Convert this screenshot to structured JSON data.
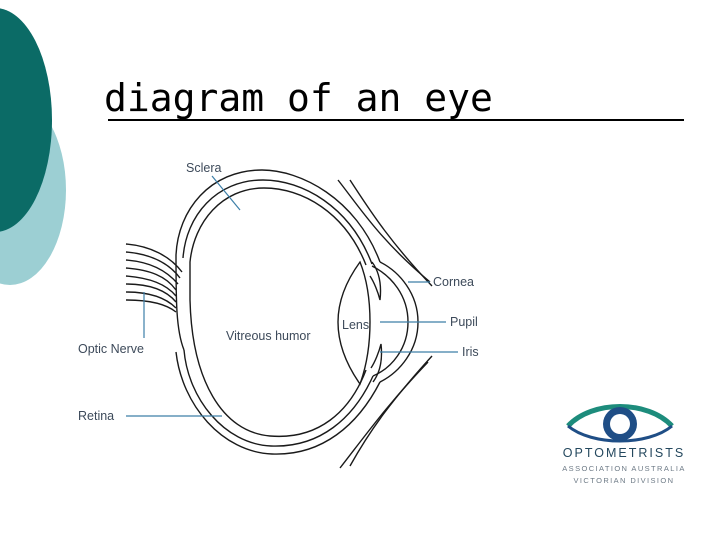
{
  "slide": {
    "title": "diagram of an eye"
  },
  "theme": {
    "accent_dark": "#0b6b66",
    "accent_light": "#9ccfd3"
  },
  "diagram": {
    "labels": {
      "sclera": "Sclera",
      "cornea": "Cornea",
      "lens": "Lens",
      "pupil": "Pupil",
      "iris": "Iris",
      "vitreous": "Vitreous humor",
      "optic_nerve": "Optic Nerve",
      "retina": "Retina"
    }
  },
  "logo": {
    "name": "OPTOMETRISTS",
    "line1": "ASSOCIATION AUSTRALIA",
    "line2": "VICTORIAN DIVISION"
  }
}
